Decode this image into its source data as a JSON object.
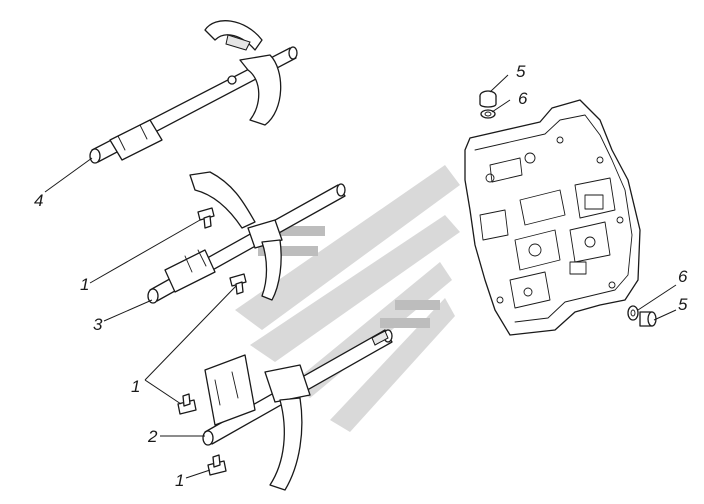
{
  "diagram": {
    "callouts": [
      {
        "id": "c4",
        "text": "4"
      },
      {
        "id": "c1a",
        "text": "1"
      },
      {
        "id": "c3",
        "text": "3"
      },
      {
        "id": "c1b",
        "text": "1"
      },
      {
        "id": "c2",
        "text": "2"
      },
      {
        "id": "c1c",
        "text": "1"
      },
      {
        "id": "c5a",
        "text": "5"
      },
      {
        "id": "c6a",
        "text": "6"
      },
      {
        "id": "c6b",
        "text": "6"
      },
      {
        "id": "c5b",
        "text": "5"
      }
    ],
    "colors": {
      "line": "#1a1a1a",
      "watermark": "#d9d9d9",
      "background": "#ffffff"
    }
  }
}
